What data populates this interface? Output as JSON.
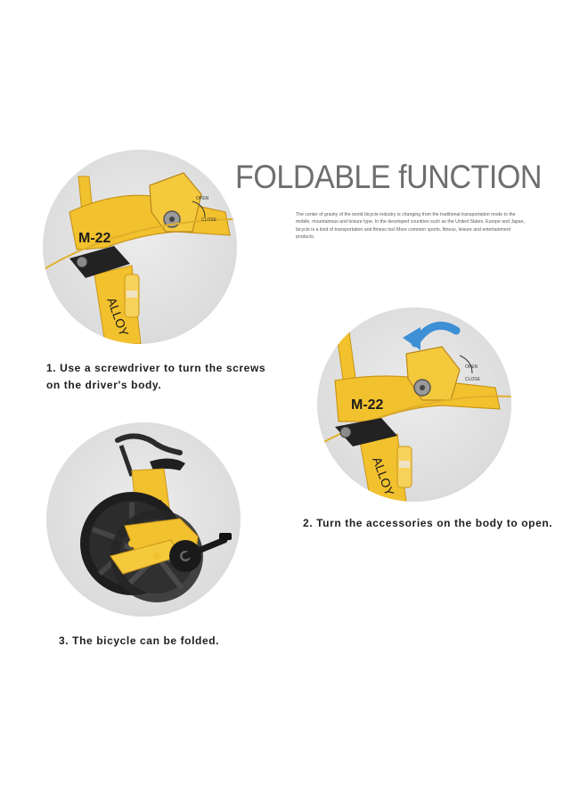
{
  "heading": {
    "title": "FOLDABLE fUNCTION",
    "description": "The center of gravity of the world bicycle industry is changing from the traditional transportation mode to the mobile, mountainous and leisure type. In the developed countries such as the United States, Europe and Japan, bicycle is a kind of transportation and fitness tool More common sports, fitness, leisure and entertainment products."
  },
  "steps": [
    {
      "caption_line1": "1. Use a screwdriver to turn the screws",
      "caption_line2": "on the driver's body."
    },
    {
      "caption_line1": "2. Turn the accessories on the body to open."
    },
    {
      "caption_line1": "3. The bicycle can be folded."
    }
  ],
  "photo_text": {
    "model": "M-22",
    "frame": "ALLOY",
    "open": "OPEN",
    "close": "CLOSE"
  },
  "colors": {
    "frame_yellow": "#f2c12e",
    "frame_shadow": "#c9961a",
    "arrow_blue": "#3d8fd6",
    "title_gray": "#6e6e6e",
    "photo_bg": "#dcdcdc"
  }
}
